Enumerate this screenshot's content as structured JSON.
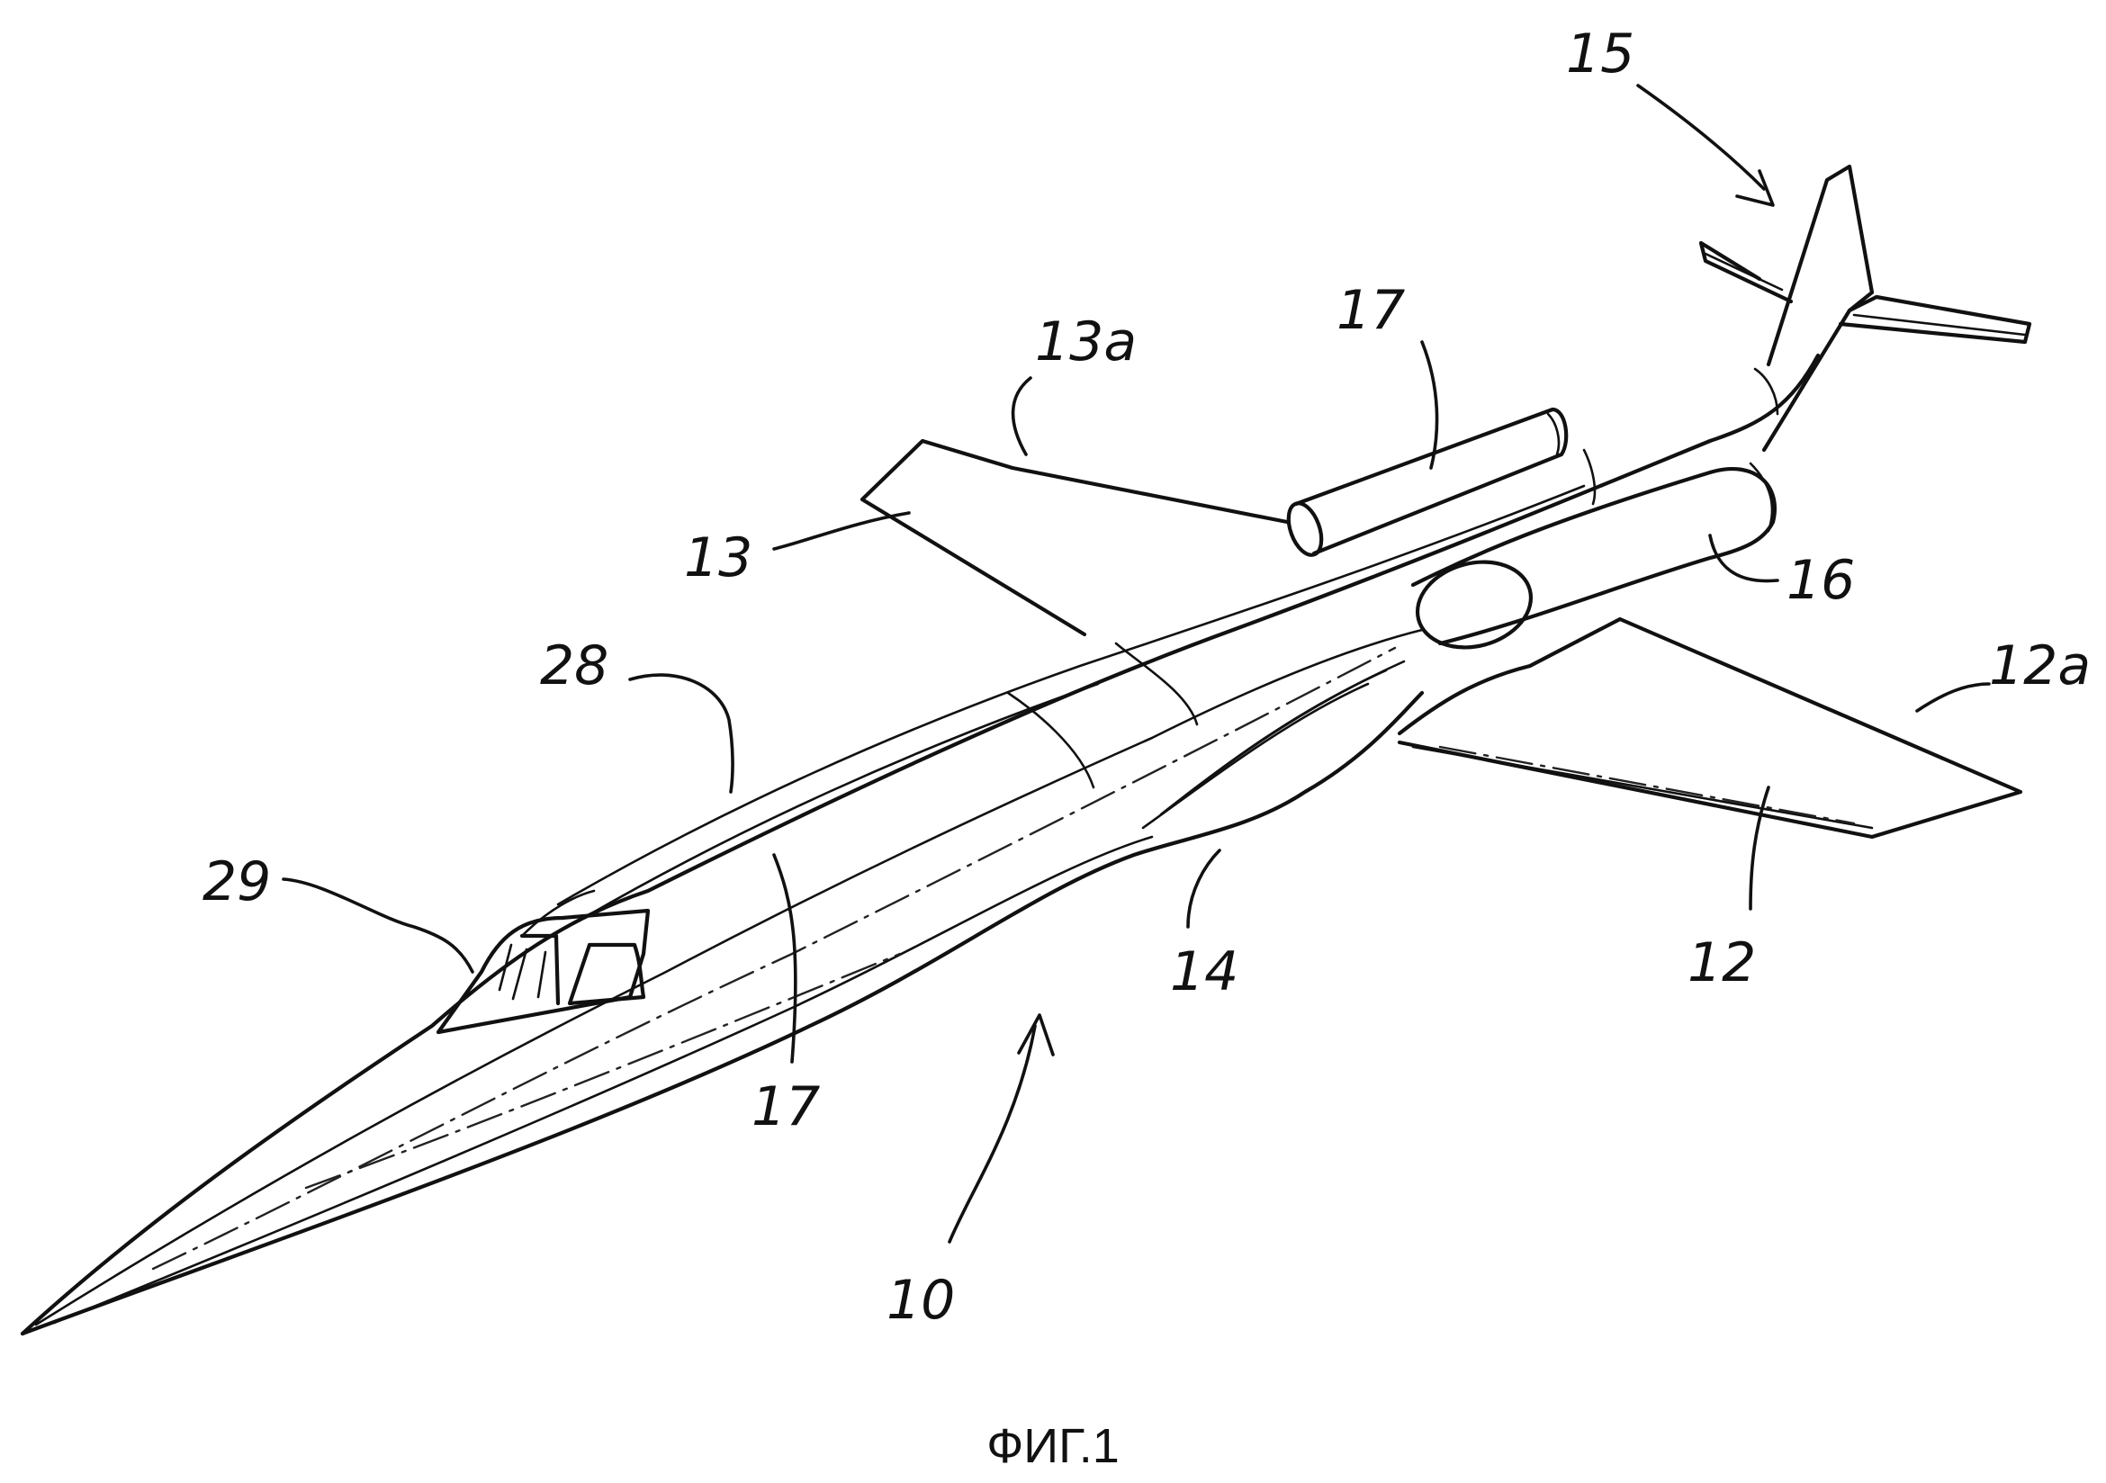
{
  "figure": {
    "caption": "ФИГ.1"
  },
  "labels": {
    "ref_15": "15",
    "ref_13a": "13a",
    "ref_17_top": "17",
    "ref_13": "13",
    "ref_16": "16",
    "ref_28": "28",
    "ref_12a": "12a",
    "ref_29": "29",
    "ref_14": "14",
    "ref_12": "12",
    "ref_17_bottom": "17",
    "ref_10": "10"
  }
}
